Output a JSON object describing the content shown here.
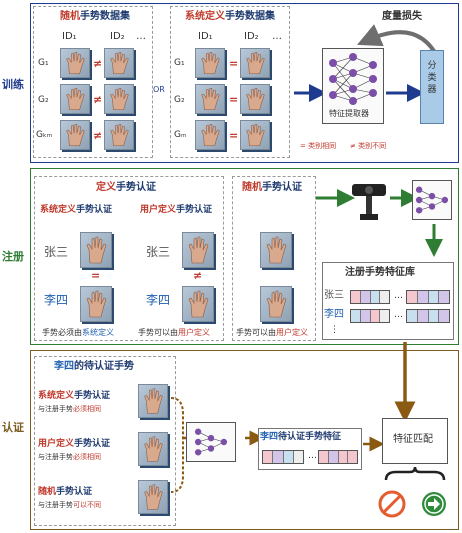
{
  "colors": {
    "train": "#1f3b8f",
    "register": "#2e7d32",
    "auth": "#7a5c1e",
    "red": "#c0392b",
    "blue": "#2060b0",
    "arrow_green": "#2e7d32",
    "arrow_brown": "#8b5a12",
    "arrow_navy": "#1f3b8f"
  },
  "train": {
    "label": "训练",
    "random_set": {
      "title_a": "随机",
      "title_b": "手势数据集",
      "id1": "ID₁",
      "id2": "ID₂",
      "dots": "…",
      "rows": [
        "G₁",
        "G₂",
        "Gₖₘ"
      ],
      "sign": "≠"
    },
    "or": "OR",
    "system_set": {
      "title_a": "系统定义",
      "title_b": "手势数据集",
      "id1": "ID₁",
      "id2": "ID₂",
      "dots": "…",
      "rows": [
        "G₁",
        "G₂",
        "Gₘ"
      ],
      "sign": "="
    },
    "metric_loss": "度量损失",
    "extractor": "特征提取器",
    "classifier": "分类器",
    "legend_eq": "= 类别相同",
    "legend_neq": "≠ 类别不同"
  },
  "register": {
    "label": "注册",
    "defined": {
      "title_a": "定义",
      "title_b": "手势认证",
      "system": {
        "title_a": "系统定义",
        "title_b": "手势认证",
        "name": "张三",
        "sign": "=",
        "name2": "李四"
      },
      "user": {
        "title_a": "用户定义",
        "title_b": "手势认证",
        "name": "张三",
        "sign": "≠",
        "name2": "李四"
      },
      "note1_a": "手势必须由",
      "note1_b": "系统定义",
      "note2_a": "手势可以由",
      "note2_b": "用户定义"
    },
    "random": {
      "title_a": "随机",
      "title_b": "手势认证",
      "note_a": "手势可以由",
      "note_b": "用户定义"
    },
    "db": {
      "title": "注册手势特征库",
      "rows": [
        "张三",
        "李四"
      ],
      "dots": "…",
      "vdots": "⋮"
    }
  },
  "auth": {
    "label": "认证",
    "title_a": "李四",
    "title_b": "的待认证手势",
    "items": [
      {
        "title_a": "系统定义",
        "title_b": "手势认证",
        "sub_a": "与注册手势",
        "sub_b": "必须相同"
      },
      {
        "title_a": "用户定义",
        "title_b": "手势认证",
        "sub_a": "与注册手势",
        "sub_b": "必须相同"
      },
      {
        "title_a": "随机",
        "title_b": "手势认证",
        "sub_a": "与注册手势",
        "sub_b": "可以不同"
      }
    ],
    "feature_a": "李四",
    "feature_b": "待认证手势特征",
    "dots": "…",
    "match": "特征匹配",
    "reject_icon": "no-entry-icon",
    "accept_icon": "arrow-right-circle-icon"
  }
}
